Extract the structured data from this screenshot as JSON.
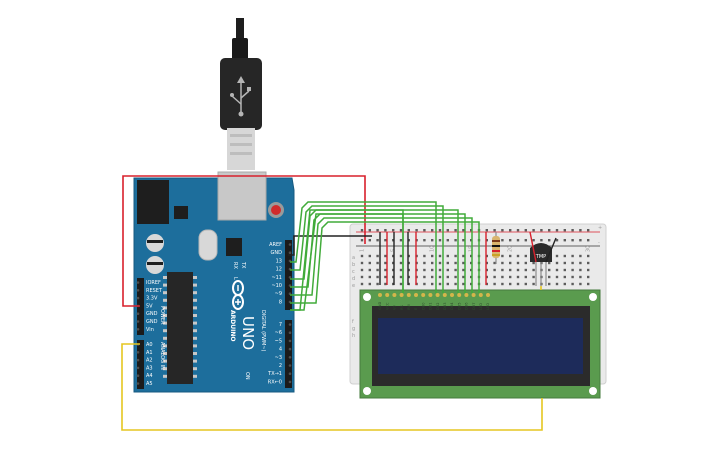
{
  "board": {
    "brand": "UNO",
    "maker": "ARDUINO",
    "on_label": "ON",
    "tx_label": "TX",
    "rx_label": "RX",
    "l_label": "L",
    "power_header": "POWER",
    "analog_header": "ANALOG IN",
    "digital_header": "DIGITAL (PWM~)",
    "power_pins": [
      "IOREF",
      "RESET",
      "3.3V",
      "5V",
      "GND",
      "GND",
      "Vin"
    ],
    "analog_pins": [
      "A0",
      "A1",
      "A2",
      "A3",
      "A4",
      "A5"
    ],
    "digital_top_pins": [
      "AREF",
      "GND",
      "13",
      "12",
      "~11",
      "~10",
      "~9",
      "8"
    ],
    "digital_bottom_pins": [
      "7",
      "~6",
      "~5",
      "4",
      "~3",
      "2",
      "TX→1",
      "RX←0"
    ]
  },
  "sensor": {
    "label": "TMP"
  },
  "lcd": {
    "pin_labels": [
      "GND",
      "VCC",
      "V0",
      "RS",
      "RW",
      "E",
      "DB0",
      "DB1",
      "DB2",
      "DB3",
      "DB4",
      "DB5",
      "DB6",
      "DB7",
      "LED",
      "LED"
    ]
  },
  "breadboard": {
    "column_labels": [
      "1",
      "5",
      "10",
      "15",
      "20",
      "25",
      "30"
    ],
    "row_labels": [
      "a",
      "b",
      "c",
      "d",
      "e",
      "f",
      "g",
      "h",
      "i",
      "j"
    ],
    "rail_plus": "+",
    "rail_minus": "-"
  },
  "colors": {
    "board_blue": "#1d6e9c",
    "wire_red": "#d8202c",
    "wire_green": "#41ab3a",
    "wire_black": "#222222",
    "wire_yellow": "#e5c620",
    "lcd_pcb": "#5a9b4e",
    "lcd_screen": "#1d2b5a"
  }
}
